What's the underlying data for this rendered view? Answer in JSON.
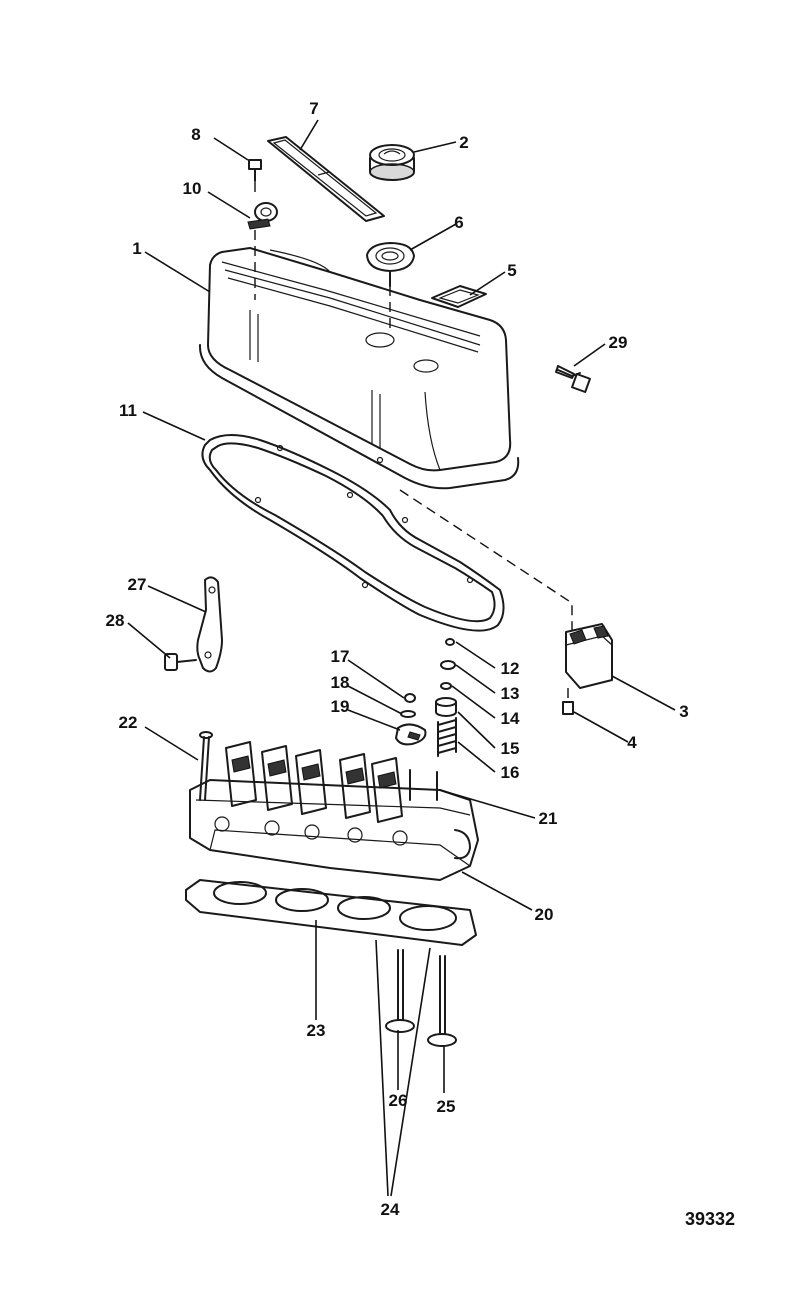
{
  "diagram": {
    "figure_number": "39332",
    "callouts": [
      {
        "id": "1",
        "text": "1"
      },
      {
        "id": "2",
        "text": "2"
      },
      {
        "id": "3",
        "text": "3"
      },
      {
        "id": "4",
        "text": "4"
      },
      {
        "id": "5",
        "text": "5"
      },
      {
        "id": "6",
        "text": "6"
      },
      {
        "id": "7",
        "text": "7"
      },
      {
        "id": "8",
        "text": "8"
      },
      {
        "id": "10",
        "text": "10"
      },
      {
        "id": "11",
        "text": "11"
      },
      {
        "id": "12",
        "text": "12"
      },
      {
        "id": "13",
        "text": "13"
      },
      {
        "id": "14",
        "text": "14"
      },
      {
        "id": "15",
        "text": "15"
      },
      {
        "id": "16",
        "text": "16"
      },
      {
        "id": "17",
        "text": "17"
      },
      {
        "id": "18",
        "text": "18"
      },
      {
        "id": "19",
        "text": "19"
      },
      {
        "id": "20",
        "text": "20"
      },
      {
        "id": "21",
        "text": "21"
      },
      {
        "id": "22",
        "text": "22"
      },
      {
        "id": "23",
        "text": "23"
      },
      {
        "id": "24",
        "text": "24"
      },
      {
        "id": "25",
        "text": "25"
      },
      {
        "id": "26",
        "text": "26"
      },
      {
        "id": "27",
        "text": "27"
      },
      {
        "id": "28",
        "text": "28"
      },
      {
        "id": "29",
        "text": "29"
      }
    ]
  }
}
